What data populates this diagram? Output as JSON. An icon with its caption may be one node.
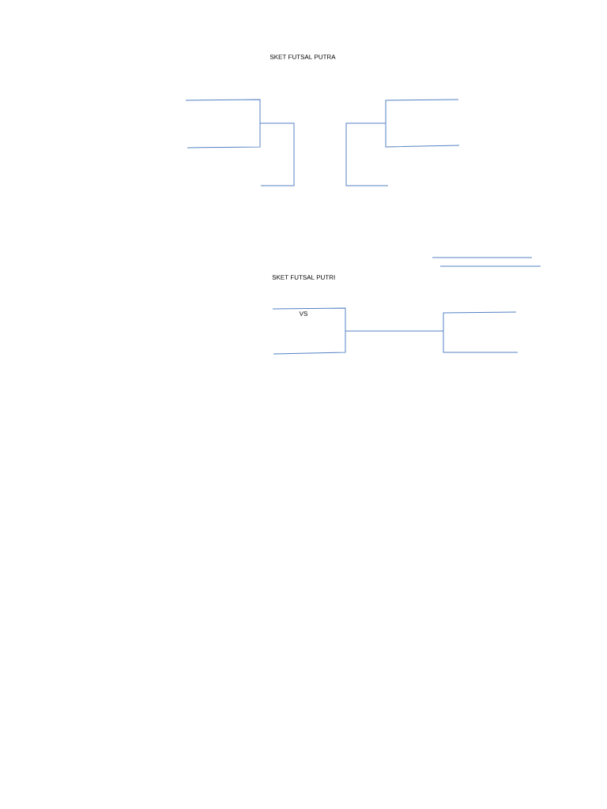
{
  "diagram": {
    "title": "SKET FUTSAL PUTRA",
    "labels": [
      "SKET FUTSAL PUTRI",
      "VS"
    ]
  }
}
